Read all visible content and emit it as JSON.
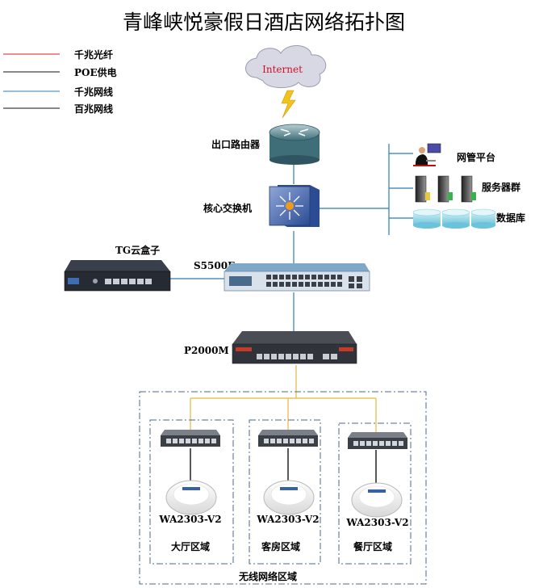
{
  "title": "青峰峡悦豪假日酒店网络拓扑图",
  "legend": [
    {
      "label": "千兆光纤",
      "color": "#d62020"
    },
    {
      "label": "POE供电",
      "color": "#111111"
    },
    {
      "label": "千兆网线",
      "color": "#2b7cb8"
    },
    {
      "label": "百兆网线",
      "color": "#111111"
    }
  ],
  "nodes": {
    "internet": "Internet",
    "router": "出口路由器",
    "core_switch": "核心交换机",
    "nms": "网管平台",
    "servers": "服务器群",
    "database": "数据库",
    "cloud_box": "TG云盒子",
    "s5500e": "S5500E",
    "p2000m": "P2000M"
  },
  "areas": {
    "zone_label": "无线网络区域",
    "ap_model": "WA2303-V2",
    "lobby": "大厅区域",
    "guest_room": "客房区域",
    "dining": "餐厅区域"
  },
  "colors": {
    "fiber": "#d62020",
    "gigabit": "#2b7cb8",
    "poe": "#e8c35a",
    "black": "#111111",
    "internet_text": "#d0102a"
  }
}
